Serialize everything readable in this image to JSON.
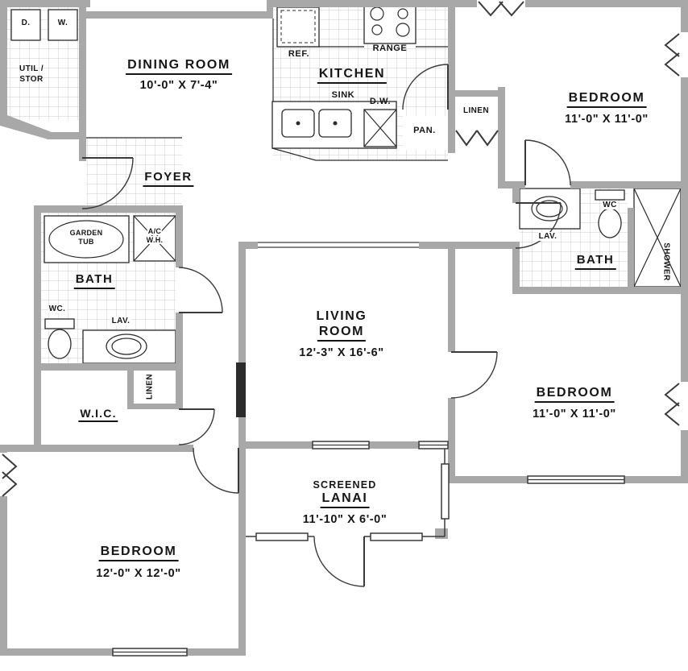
{
  "plan": {
    "title": "3-bedroom apartment floor plan",
    "colors": {
      "wall": "#a8a8a8",
      "line": "#2a2a2a",
      "tile_line": "#cccccc"
    },
    "rooms": {
      "dining": {
        "name": "DINING ROOM",
        "dims": "10'-0\" X 7'-4\""
      },
      "kitchen": {
        "name": "KITCHEN"
      },
      "foyer": {
        "name": "FOYER"
      },
      "living": {
        "line1": "LIVING",
        "line2": "ROOM",
        "dims": "12'-3\" X 16'-6\""
      },
      "bedroom_tr": {
        "name": "BEDROOM",
        "dims": "11'-0\" X 11'-0\""
      },
      "bedroom_r": {
        "name": "BEDROOM",
        "dims": "11'-0\" X 11'-0\""
      },
      "bedroom_bl": {
        "name": "BEDROOM",
        "dims": "12'-0\" X 12'-0\""
      },
      "bath_left": {
        "name": "BATH"
      },
      "bath_right": {
        "name": "BATH"
      },
      "wic": {
        "name": "W.I.C."
      },
      "lanai": {
        "line1": "SCREENED",
        "line2": "LANAI",
        "dims": "11'-10\" X 6'-0\""
      },
      "util": {
        "line1": "UTIL /",
        "line2": "STOR"
      }
    },
    "fixtures": {
      "dryer": "D.",
      "washer": "W.",
      "ref": "REF.",
      "range": "RANGE",
      "sink": "SINK",
      "dishwasher": "D.W.",
      "pantry": "PAN.",
      "linen_hall": "LINEN",
      "linen_wic": "LINEN",
      "garden_tub_1": "GARDEN",
      "garden_tub_2": "TUB",
      "ac_1": "A/C",
      "ac_2": "W.H.",
      "wc_left": "WC.",
      "lav_left": "LAV.",
      "wc_right": "WC",
      "lav_right": "LAV.",
      "shower": "SHOWER"
    }
  }
}
